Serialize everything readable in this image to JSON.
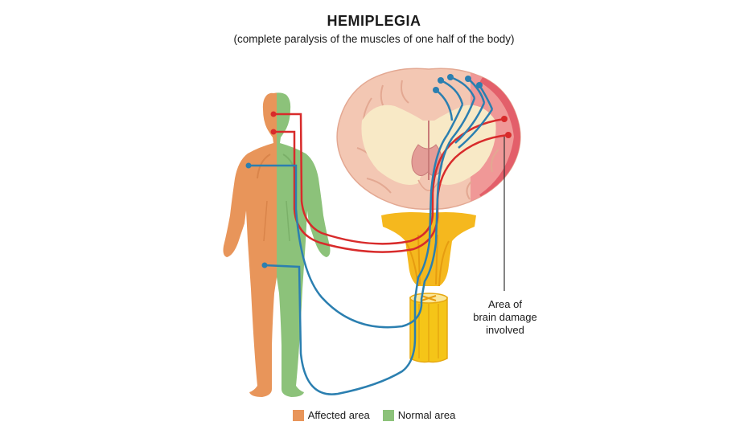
{
  "header": {
    "title": "HEMIPLEGIA",
    "subtitle": "(complete paralysis of the muscles of one half of the body)"
  },
  "annotation": {
    "lines": [
      "Area of",
      "brain damage",
      "involved"
    ]
  },
  "legend": {
    "items": [
      {
        "label": "Affected area",
        "color": "#e8955a"
      },
      {
        "label": "Normal area",
        "color": "#8cc27a"
      }
    ]
  },
  "colors": {
    "affected": "#e8955a",
    "normal": "#8cc27a",
    "brain_tissue": "#f3c7b3",
    "brain_inner": "#f8e9c6",
    "damage": "#e8606a",
    "motor_pathway": "#d82b2b",
    "sensory_pathway": "#2b7fb0",
    "brainstem": "#f5b81e",
    "spinal_cord": "#f5c518"
  }
}
